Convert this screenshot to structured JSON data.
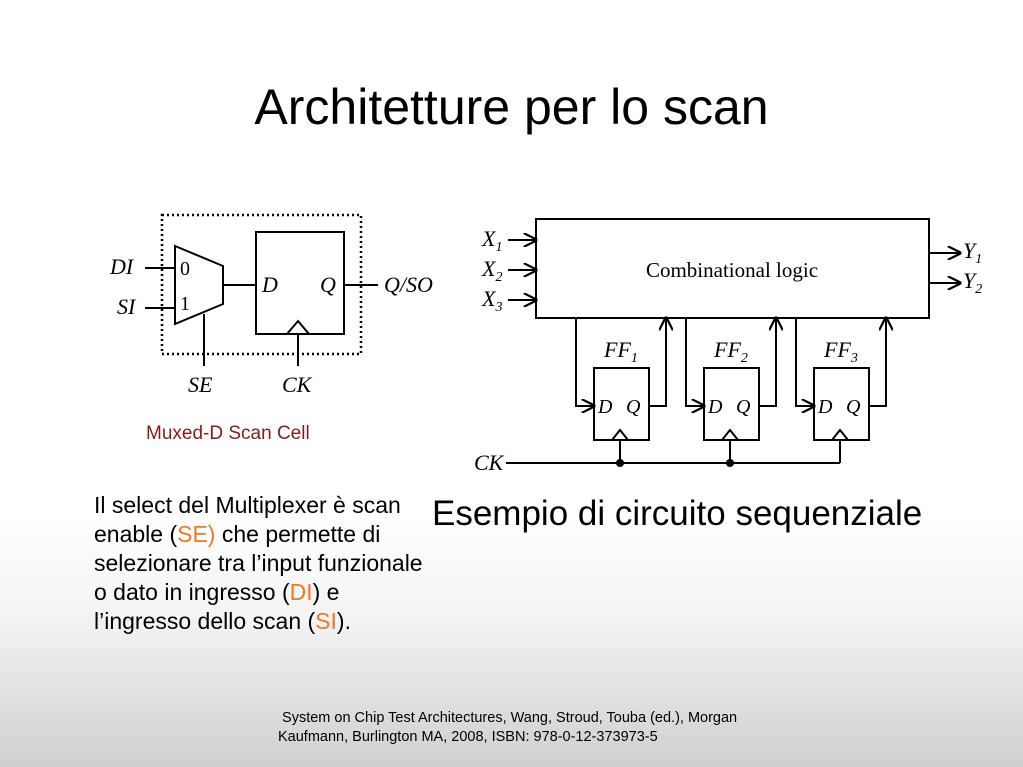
{
  "slide": {
    "title": "Architetture per lo scan",
    "caption": "Muxed-D Scan Cell",
    "example_title": "Esempio di circuito sequenziale",
    "description": {
      "part1": "Il select del Multiplexer è scan enable (",
      "se": "SE)",
      "part2": "  che permette di selezionare tra l’input funzionale o dato in ingresso (",
      "di": "DI",
      "part3": ") e l’ingresso dello scan (",
      "si": "SI",
      "part4": ")."
    },
    "reference": {
      "line1": " System on Chip Test Architectures, Wang, Stroud, Touba (ed.), Morgan",
      "line2": "Kaufmann, Burlington MA, 2008, ISBN: 978-0-12-373973-5"
    },
    "highlight_color": "#f07820",
    "caption_color": "#8b1a1a"
  },
  "scan_cell": {
    "di": "DI",
    "si": "SI",
    "mux_in0": "0",
    "mux_in1": "1",
    "d": "D",
    "q": "Q",
    "out": "Q/SO",
    "se": "SE",
    "ck": "CK"
  },
  "circuit": {
    "block_label": "Combinational logic",
    "inputs": [
      {
        "base": "X",
        "sub": "1"
      },
      {
        "base": "X",
        "sub": "2"
      },
      {
        "base": "X",
        "sub": "3"
      }
    ],
    "outputs": [
      {
        "base": "Y",
        "sub": "1"
      },
      {
        "base": "Y",
        "sub": "2"
      }
    ],
    "flipflops": [
      {
        "base": "FF",
        "sub": "1",
        "d": "D",
        "q": "Q"
      },
      {
        "base": "FF",
        "sub": "2",
        "d": "D",
        "q": "Q"
      },
      {
        "base": "FF",
        "sub": "3",
        "d": "D",
        "q": "Q"
      }
    ],
    "clock": "CK"
  }
}
